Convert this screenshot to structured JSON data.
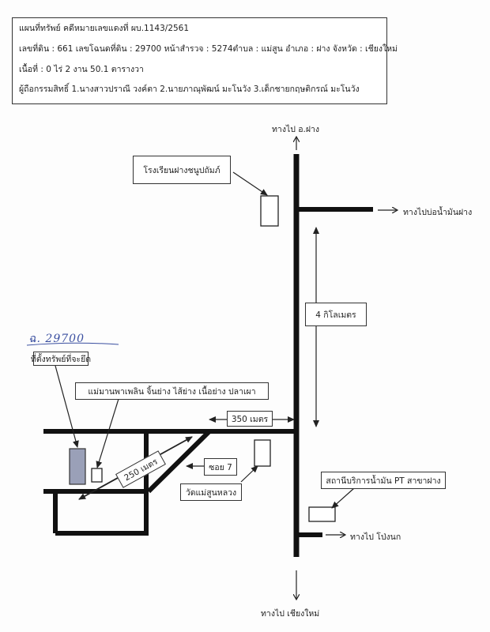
{
  "header": {
    "title": "แผนที่ทรัพย์ คดีหมายเลขแดงที่ ผบ.1143/2561",
    "deed": "เลขที่ดิน : 661 เลขโฉนดที่ดิน : 29700 หน้าสำรวจ : 5274ตำบล : แม่สูน อำเภอ : ฝาง จังหวัด : เชียงใหม่",
    "area": "เนื้อที่ : 0 ไร่ 2 งาน 50.1 ตารางวา",
    "owners": "ผู้ถือกรรมสิทธิ์ 1.นางสาวปราณี วงค์ตา 2.นายภาณุพัฒน์ มะโนวัง 3.เด็กชายกฤษติกรณ์ มะโนวัง"
  },
  "map": {
    "to_fang": "ทางไป อ.ฝาง",
    "school": "โรงเรียนฝางชนูปถัมภ์",
    "to_oil_well": "ทางไปบ่อน้ำมันฝาง",
    "distance_4km": "4 กิโลเมตร",
    "handwritten_deed": "ฉ. 29700",
    "property_label": "ที่ตั้งทรัพย์ที่จะยึด",
    "restaurant": "แม่มานพาเพลิน จิ้นย่าง ไส้ย่าง เนื้อย่าง ปลาเผา",
    "distance_350m": "350 เมตร",
    "distance_250m": "250 เมตร",
    "soi": "ซอย 7",
    "temple": "วัดแม่สูนหลวง",
    "gas_station": "สถานีบริการน้ำมัน PT สาขาฝาง",
    "to_pong_nok": "ทางไป โป่งนก",
    "to_chiang_mai": "ทางไป เชียงใหม่"
  },
  "colors": {
    "road": "#111111",
    "property_fill": "#9aa0b8",
    "handwriting": "#3a4fa0"
  }
}
